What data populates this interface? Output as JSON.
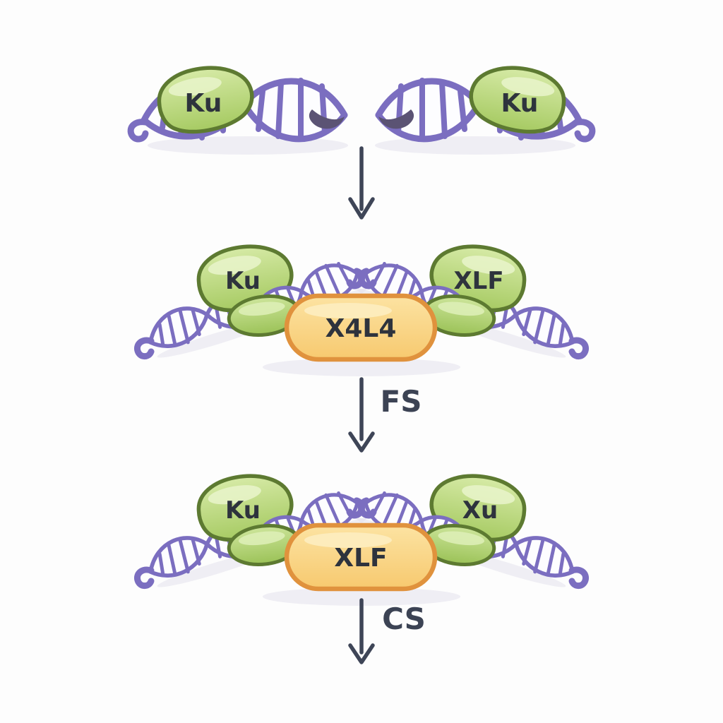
{
  "diagram": {
    "stage1": {
      "left_protein": "Ku",
      "right_protein": "Ku"
    },
    "stage2": {
      "left_protein": "Ku",
      "center_complex": "X4L4",
      "right_protein": "XLF"
    },
    "arrow2": {
      "label": "FS"
    },
    "stage3": {
      "left_protein": "Ku",
      "center_complex": "XLF",
      "right_protein": "Xu"
    },
    "arrow3": {
      "label": "CS"
    },
    "colors": {
      "background": "#fdfdfd",
      "dna_strand": "#7b6ec0",
      "dna_end_hook": "#5b5374",
      "protein_fill": "#c5df90",
      "protein_outline": "#5d7a31",
      "complex_pill_fill": "#fbd98d",
      "complex_pill_outline": "#e0923d",
      "arrow": "#3e4557",
      "label_text": "#2e333d"
    }
  }
}
